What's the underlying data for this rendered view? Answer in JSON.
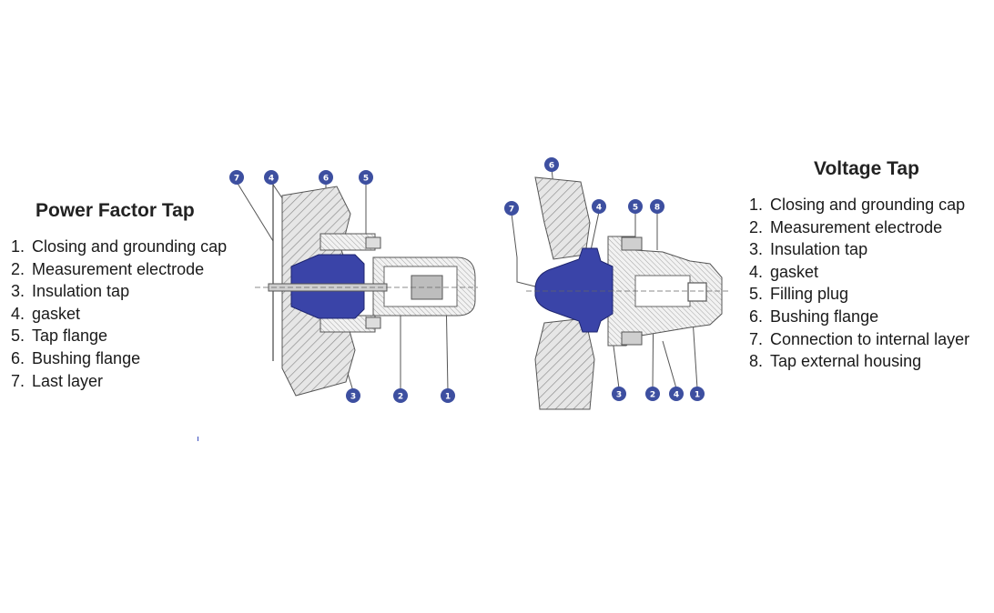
{
  "power_factor_tap": {
    "title": "Power Factor Tap",
    "items": [
      {
        "num": "1.",
        "label": "Closing and grounding cap"
      },
      {
        "num": "2.",
        "label": "Measurement electrode"
      },
      {
        "num": "3.",
        "label": "Insulation tap"
      },
      {
        "num": "4.",
        "label": "gasket"
      },
      {
        "num": "5.",
        "label": "Tap flange"
      },
      {
        "num": "6.",
        "label": "Bushing flange"
      },
      {
        "num": "7.",
        "label": "Last layer"
      }
    ],
    "callouts": [
      "7",
      "4",
      "6",
      "5",
      "3",
      "2",
      "1"
    ]
  },
  "voltage_tap": {
    "title": "Voltage Tap",
    "items": [
      {
        "num": "1.",
        "label": "Closing and grounding cap"
      },
      {
        "num": "2.",
        "label": "Measurement electrode"
      },
      {
        "num": "3.",
        "label": "Insulation tap"
      },
      {
        "num": "4.",
        "label": "gasket"
      },
      {
        "num": "5.",
        "label": "Filling plug"
      },
      {
        "num": "6.",
        "label": "Bushing flange"
      },
      {
        "num": "7.",
        "label": "Connection to internal layer"
      },
      {
        "num": "8.",
        "label": "Tap external housing"
      }
    ],
    "callouts": [
      "6",
      "7",
      "4",
      "5",
      "8",
      "3",
      "2",
      "4",
      "1"
    ]
  },
  "colors": {
    "insulator_blue": "#3a44a8",
    "callout_blue": "#3d4fa0",
    "hatch_gray": "#8a8a8a"
  }
}
